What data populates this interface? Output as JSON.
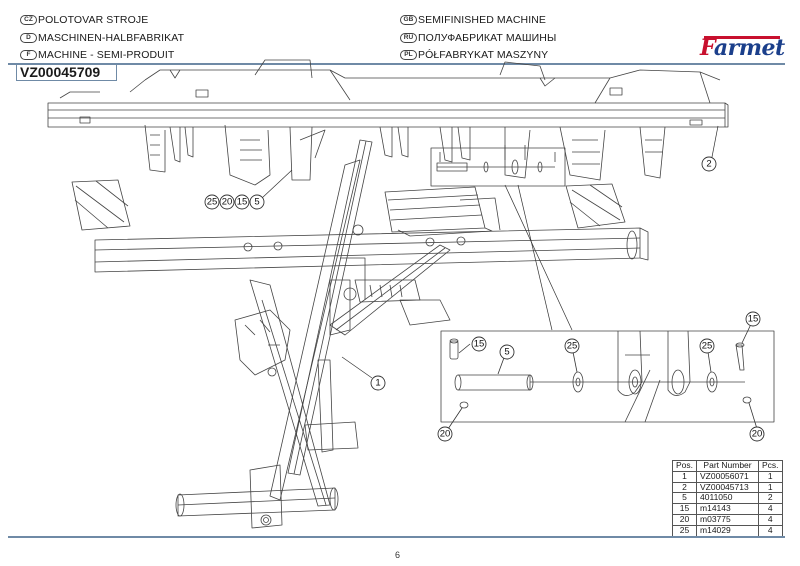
{
  "header": {
    "titles_left": [
      {
        "lang": "CZ",
        "text": "POLOTOVAR STROJE"
      },
      {
        "lang": "D",
        "text": "MASCHINEN-HALBFABRIKAT"
      },
      {
        "lang": "F",
        "text": "MACHINE - SEMI-PRODUIT"
      }
    ],
    "titles_right": [
      {
        "lang": "GB",
        "text": "SEMIFINISHED MACHINE"
      },
      {
        "lang": "RU",
        "text": "ПОЛУФАБРИКАТ МАШИНЫ"
      },
      {
        "lang": "PL",
        "text": "PÓŁFABRYKAT MASZYNY"
      }
    ],
    "document_code": "VZ00045709",
    "logo": {
      "first_letter": "F",
      "rest": "armet",
      "brand_red": "#c8102e",
      "brand_blue": "#1b3f8b"
    }
  },
  "drawing": {
    "callouts": {
      "main_group": [
        "25",
        "20",
        "15",
        "5"
      ],
      "frame": "1",
      "beam": "2",
      "detail": {
        "pin_upper_left": "15",
        "pin": "5",
        "washer_left": "25",
        "washer_right": "25",
        "pin_upper_right": "15",
        "nut_left": "20",
        "nut_right": "20"
      }
    }
  },
  "parts_table": {
    "headers": [
      "Pos.",
      "Part Number",
      "Pcs."
    ],
    "rows": [
      {
        "pos": "1",
        "part_number": "VZ00056071",
        "pcs": "1"
      },
      {
        "pos": "2",
        "part_number": "VZ00045713",
        "pcs": "1"
      },
      {
        "pos": "5",
        "part_number": "4011050",
        "pcs": "2"
      },
      {
        "pos": "15",
        "part_number": "m14143",
        "pcs": "4"
      },
      {
        "pos": "20",
        "part_number": "m03775",
        "pcs": "4"
      },
      {
        "pos": "25",
        "part_number": "m14029",
        "pcs": "4"
      }
    ]
  },
  "footer": {
    "page_number": "6"
  },
  "colors": {
    "rule": "#6f8aa6",
    "line_art": "#333333"
  }
}
